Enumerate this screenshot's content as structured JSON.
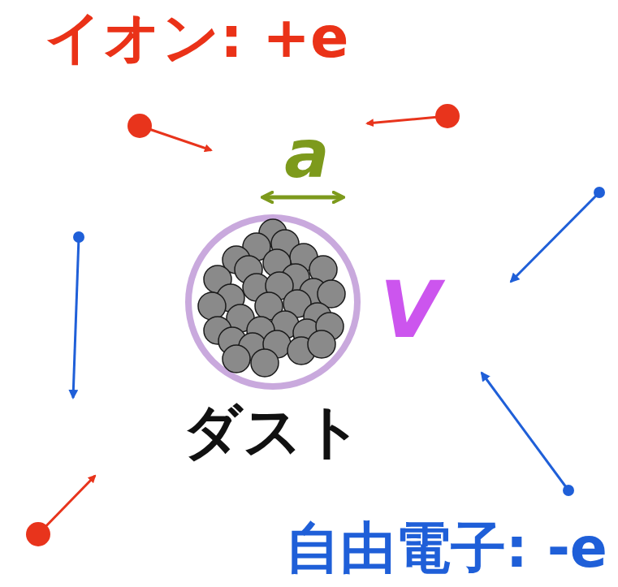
{
  "diagram": {
    "nodes": [
      {
        "text": [
          "ダスト"
        ]
      }
    ],
    "labels": [
      "イオン: +e",
      "a",
      "V",
      "自由電子: -e"
    ]
  }
}
